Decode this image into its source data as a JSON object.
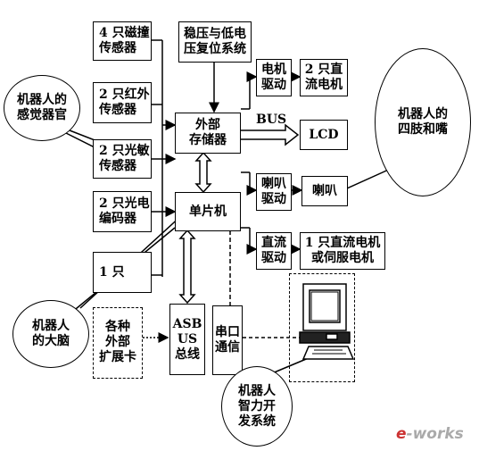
{
  "blocks": {
    "magnetic_sensor": "4 只磁撞\n传感器",
    "voltage_reset": "稳压与低电\n压复位系统",
    "infrared_sensor": "2 只红外\n传感器",
    "light_sensor": "2 只光敏\n传感器",
    "encoder": "2 只光电\n编码器",
    "one_sensor": "1 只",
    "external_memory": "外部\n存储器",
    "mcu": "单片机",
    "motor_driver": "电机\n驱动",
    "dc_motor_2": "2 只直\n流电机",
    "lcd": "LCD",
    "horn_driver": "喇叭\n驱动",
    "horn": "喇叭",
    "dc_driver": "直流\n驱动",
    "dc_or_servo": "1 只直流电机\n或伺服电机",
    "expansion_cards": "各种\n外部\n扩展卡",
    "isa_bus": "ASB\nUS\n总线",
    "serial_comm": "串口\n通信"
  },
  "labels": {
    "bus": "BUS"
  },
  "bubbles": {
    "senses": "机器人的\n感觉器官",
    "limbs": "机器人的\n四肢和嘴",
    "brain": "机器人\n的大脑",
    "dev_system": "机器人\n智力开\n发系统"
  },
  "watermark": {
    "e": "e",
    "rest": "-works"
  }
}
